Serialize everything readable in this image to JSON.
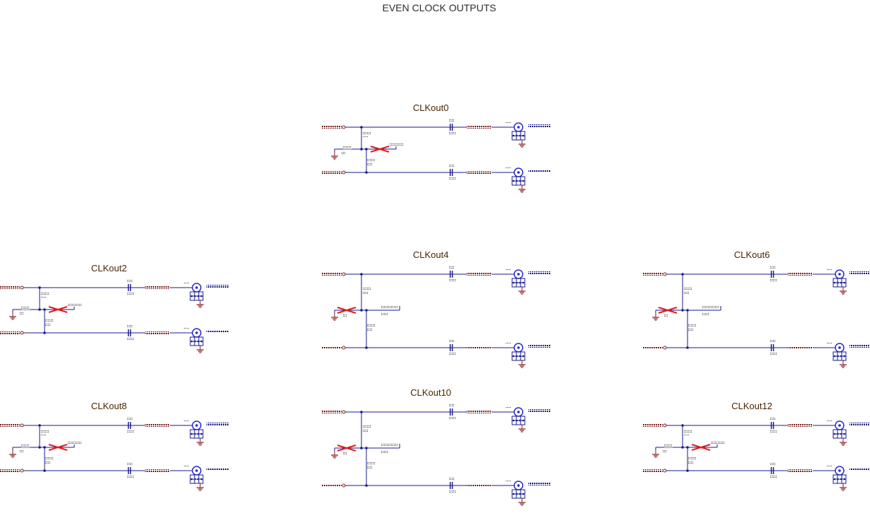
{
  "sheet": {
    "title": "EVEN CLOCK OUTPUTS"
  },
  "blocks": [
    {
      "id": "clkout0",
      "label": "CLKout0",
      "variant": "a"
    },
    {
      "id": "clkout2",
      "label": "CLKout2",
      "variant": "a"
    },
    {
      "id": "clkout4",
      "label": "CLKout4",
      "variant": "b"
    },
    {
      "id": "clkout6",
      "label": "CLKout6",
      "variant": "b"
    },
    {
      "id": "clkout8",
      "label": "CLKout8",
      "variant": "a"
    },
    {
      "id": "clkout10",
      "label": "CLKout10",
      "variant": "b"
    },
    {
      "id": "clkout12",
      "label": "CLKout12",
      "variant": "a"
    }
  ],
  "colors": {
    "wire": "#1a1a8c",
    "net_label": "#7a2020",
    "ref_text": "#555555",
    "dnp_mark": "#e02020",
    "connector": "#2a2ad0",
    "ground": "#8b1a1a",
    "block_title": "#4a2400"
  }
}
